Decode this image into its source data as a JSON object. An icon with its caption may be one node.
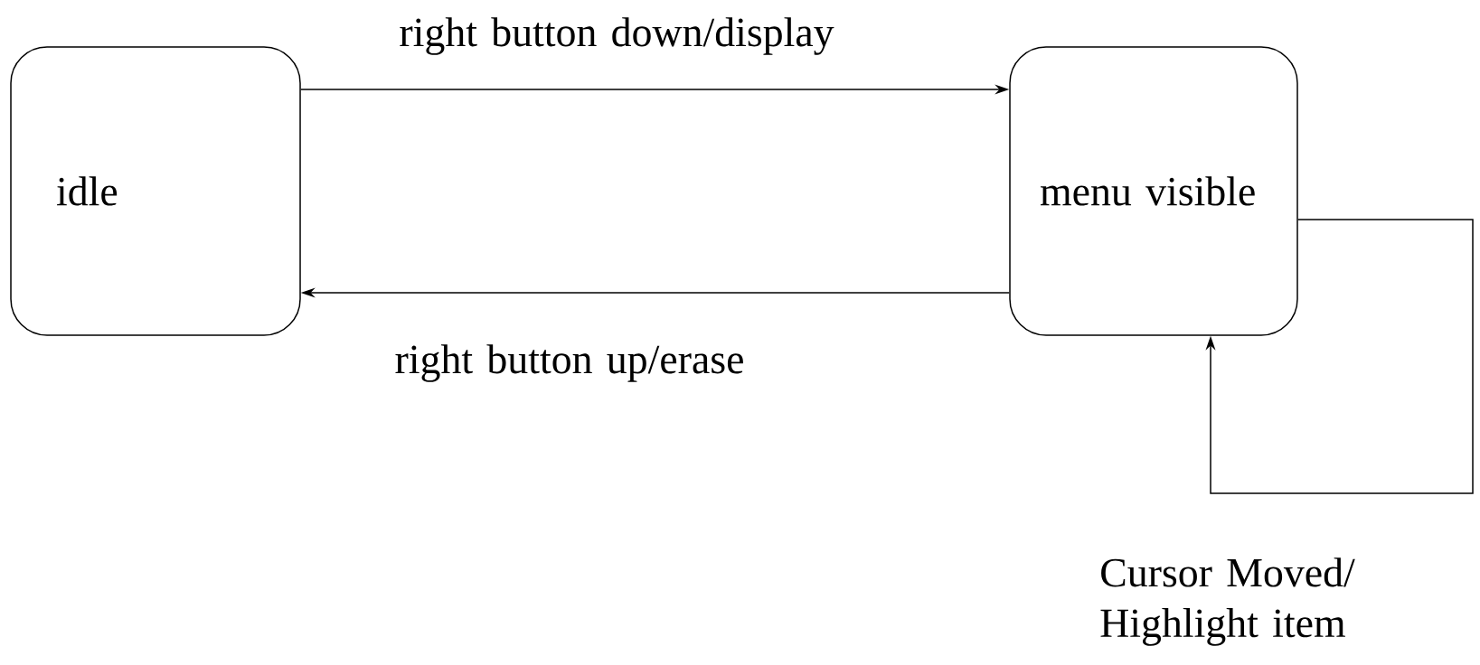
{
  "diagram": {
    "nodes": [
      {
        "text": [
          "idle"
        ]
      },
      {
        "text": [
          "menu visible"
        ]
      }
    ],
    "edges": [
      {
        "from": 0,
        "to": 1,
        "arrow": "to",
        "label": "right button down/display"
      },
      {
        "from": 1,
        "to": 0,
        "arrow": "to",
        "label": "right button up/erase"
      },
      {
        "from": 1,
        "to": 1,
        "arrow": "to",
        "label": "Cursor Moved/ Highlight item"
      }
    ]
  }
}
